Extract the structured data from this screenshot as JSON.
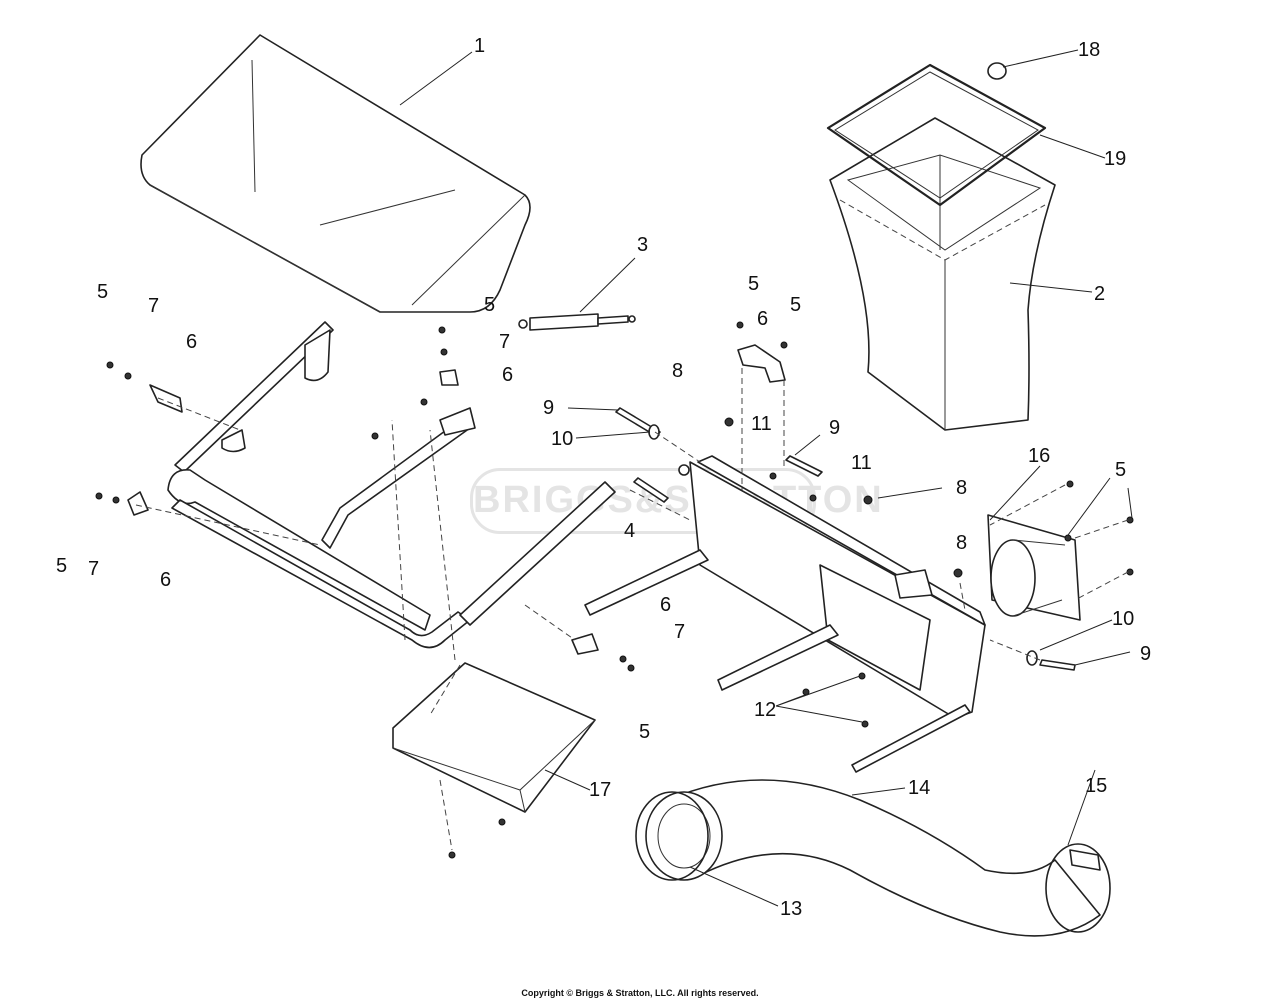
{
  "watermark": "BRIGGS&STRATTON",
  "copyright": "Copyright © Briggs & Stratton, LLC. All rights reserved.",
  "callouts": [
    {
      "id": "c1",
      "label": "1"
    },
    {
      "id": "c2",
      "label": "2"
    },
    {
      "id": "c3",
      "label": "3"
    },
    {
      "id": "c4",
      "label": "4"
    },
    {
      "id": "c5a",
      "label": "5"
    },
    {
      "id": "c5b",
      "label": "5"
    },
    {
      "id": "c5c",
      "label": "5"
    },
    {
      "id": "c5d",
      "label": "5"
    },
    {
      "id": "c5e",
      "label": "5"
    },
    {
      "id": "c5f",
      "label": "5"
    },
    {
      "id": "c5g",
      "label": "5"
    },
    {
      "id": "c6a",
      "label": "6"
    },
    {
      "id": "c6b",
      "label": "6"
    },
    {
      "id": "c6c",
      "label": "6"
    },
    {
      "id": "c6d",
      "label": "6"
    },
    {
      "id": "c6e",
      "label": "6"
    },
    {
      "id": "c7a",
      "label": "7"
    },
    {
      "id": "c7b",
      "label": "7"
    },
    {
      "id": "c7c",
      "label": "7"
    },
    {
      "id": "c7d",
      "label": "7"
    },
    {
      "id": "c8a",
      "label": "8"
    },
    {
      "id": "c8b",
      "label": "8"
    },
    {
      "id": "c8c",
      "label": "8"
    },
    {
      "id": "c9a",
      "label": "9"
    },
    {
      "id": "c9b",
      "label": "9"
    },
    {
      "id": "c9c",
      "label": "9"
    },
    {
      "id": "c10a",
      "label": "10"
    },
    {
      "id": "c10b",
      "label": "10"
    },
    {
      "id": "c11a",
      "label": "11"
    },
    {
      "id": "c11b",
      "label": "11"
    },
    {
      "id": "c12",
      "label": "12"
    },
    {
      "id": "c13",
      "label": "13"
    },
    {
      "id": "c14",
      "label": "14"
    },
    {
      "id": "c15",
      "label": "15"
    },
    {
      "id": "c16",
      "label": "16"
    },
    {
      "id": "c17",
      "label": "17"
    },
    {
      "id": "c18",
      "label": "18"
    },
    {
      "id": "c19",
      "label": "19"
    }
  ]
}
